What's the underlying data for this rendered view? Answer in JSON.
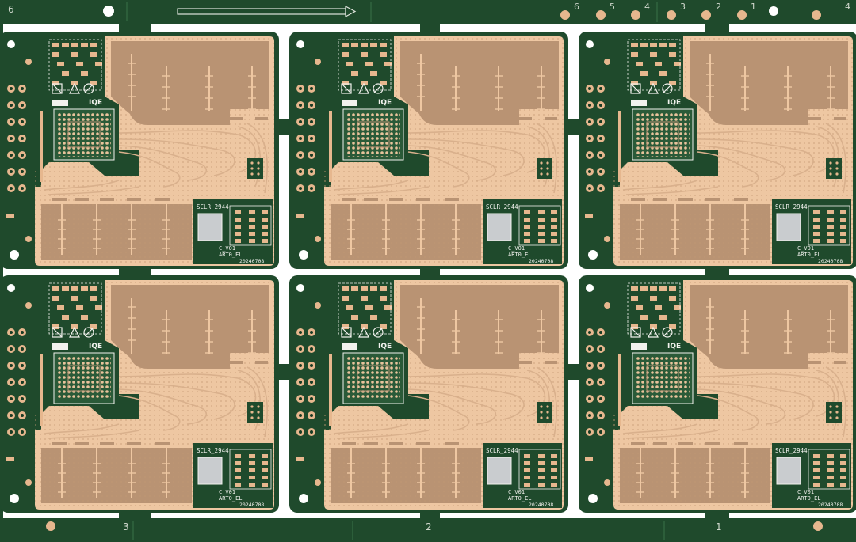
{
  "palette": {
    "solder_mask": "#1f4a2c",
    "solder_mask_dark": "#163a22",
    "copper_light": "#eec7a2",
    "copper_mid": "#d9b08c",
    "copper_pour": "#b99373",
    "silk": "#f2f2ee",
    "pad": "#e6b78e",
    "gap": "#ffffff",
    "chip": "#c9cccf"
  },
  "rail_top": {
    "labels_left": [
      "6"
    ],
    "labels_right": [
      "6",
      "5",
      "4",
      "3",
      "2",
      "1",
      "4"
    ]
  },
  "rail_bottom": {
    "labels": [
      "3",
      "2",
      "1"
    ]
  },
  "board": {
    "part_label": "SCLR_2944",
    "version_label": "C_V01",
    "name_label": "ART0_EL",
    "date_label": "20240708",
    "logo_text": "IQE"
  },
  "panel": {
    "rows": 2,
    "cols": 3
  }
}
